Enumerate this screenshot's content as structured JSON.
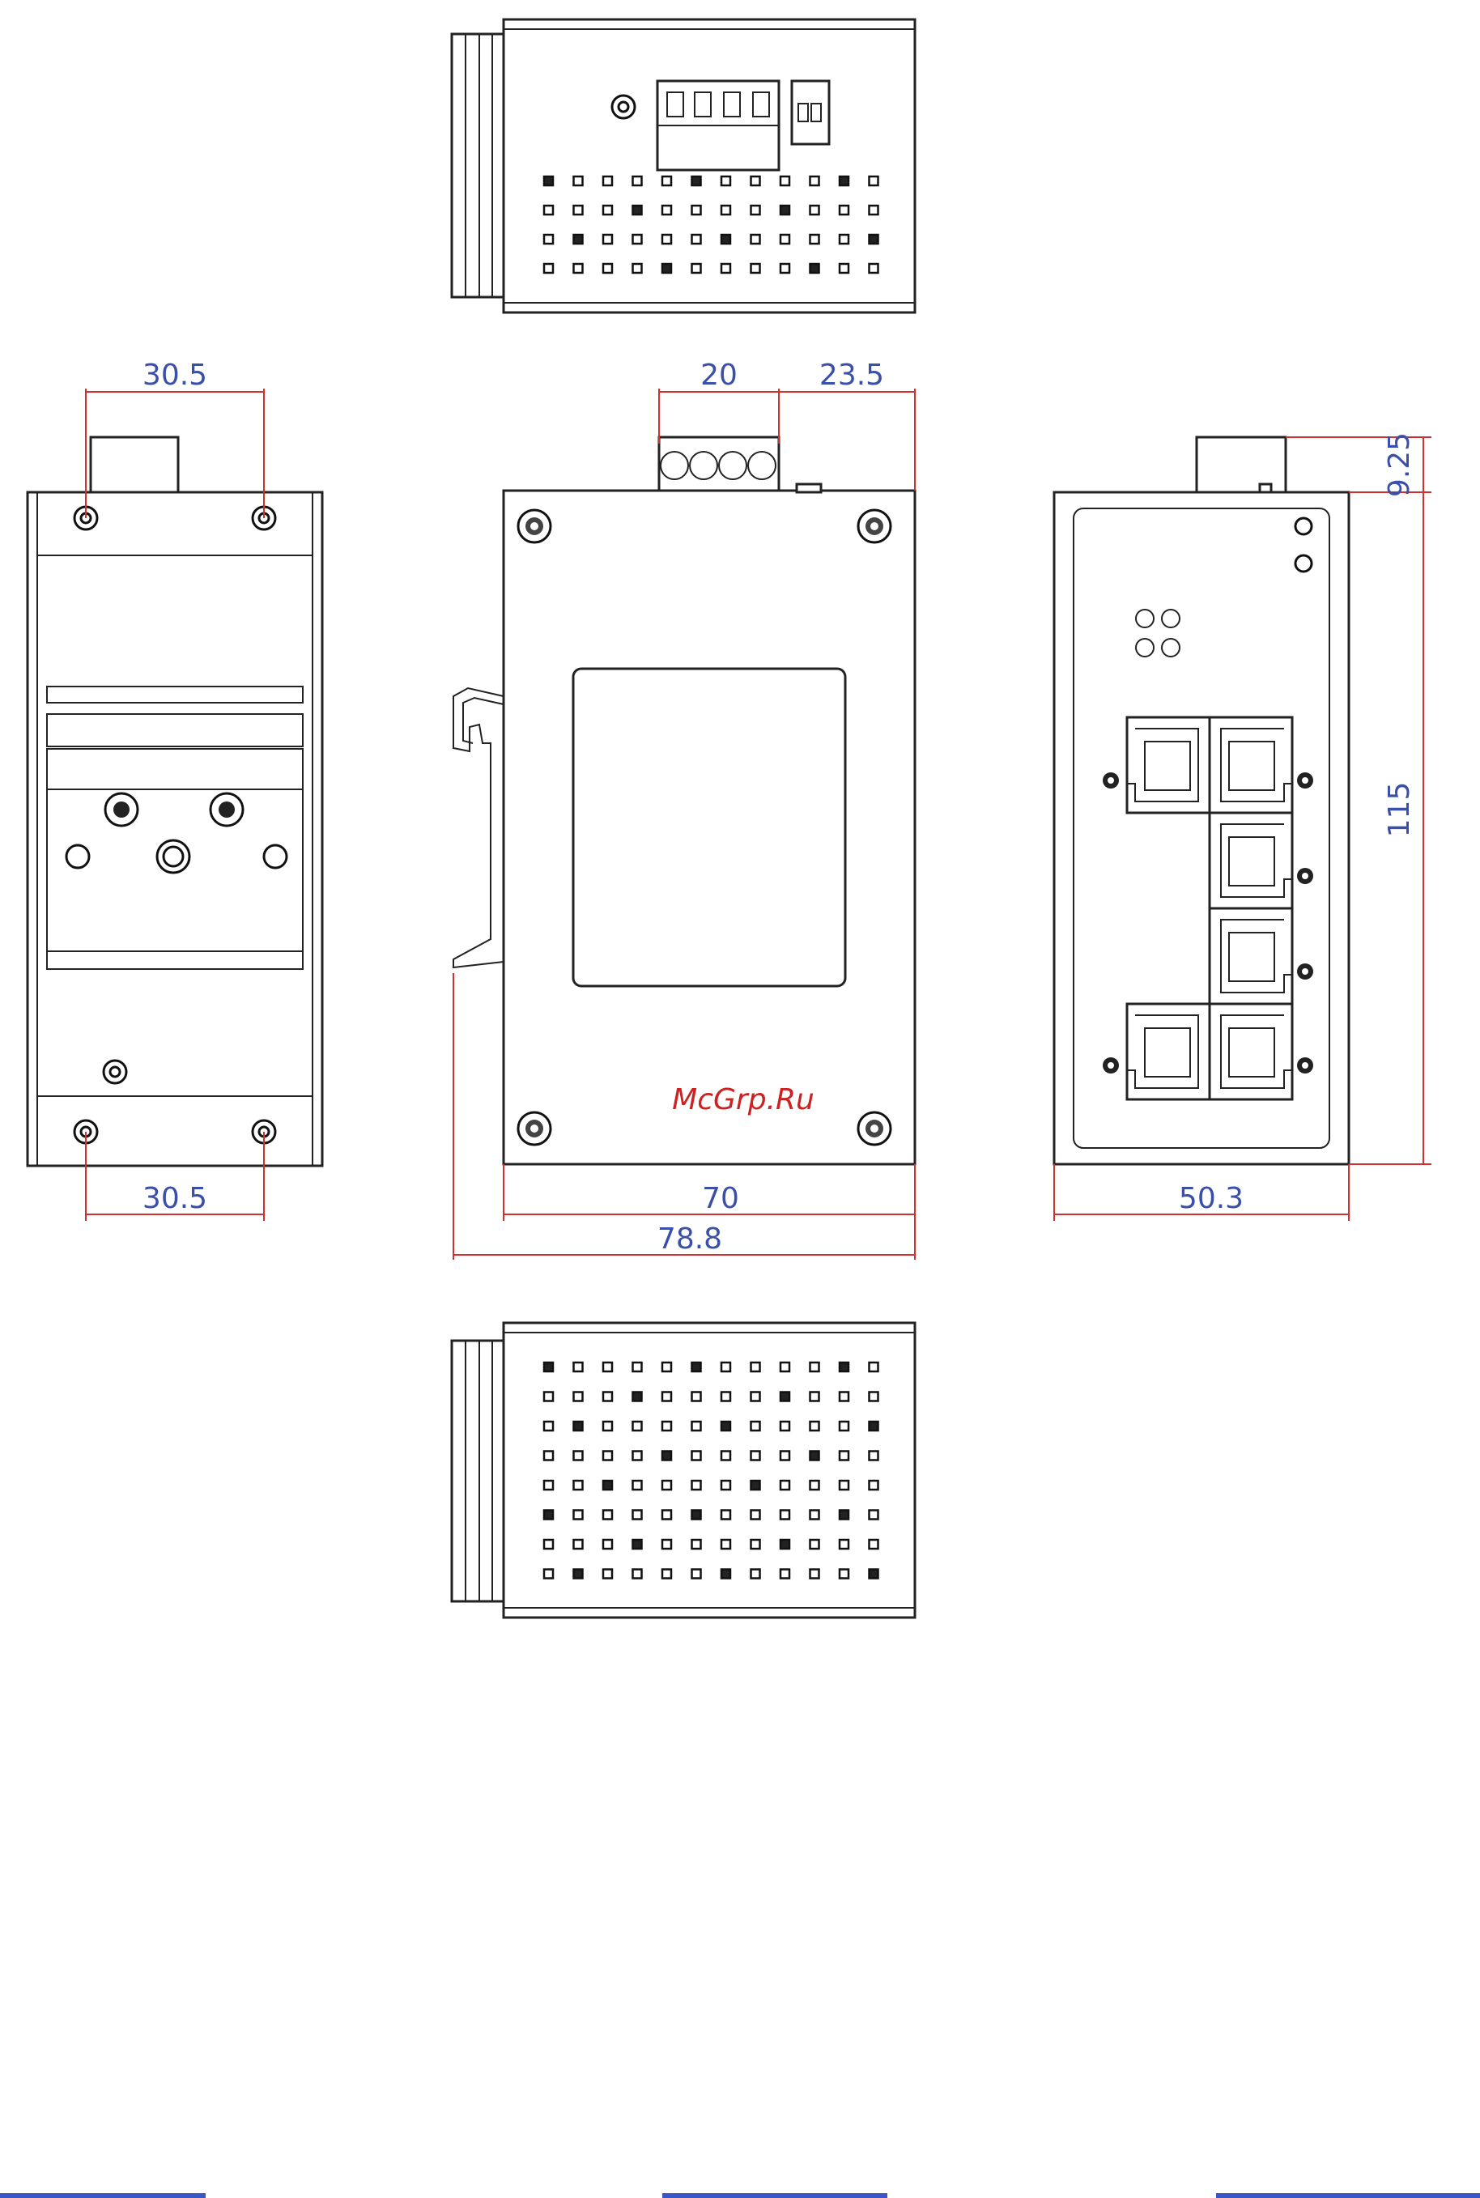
{
  "dimensions": {
    "left_top_width": "30.5",
    "left_bottom_width": "30.5",
    "connector_width": "20",
    "connector_offset": "23.5",
    "body_width": "70",
    "overall_width": "78.8",
    "front_width": "50.3",
    "height": "115",
    "terminal_height": "9.25"
  },
  "watermark": "McGrp.Ru",
  "colors": {
    "dimension_line": "#d03030",
    "dimension_text": "#3a4fa8",
    "outline": "#222222",
    "footer_bars": "#3a55c8"
  }
}
